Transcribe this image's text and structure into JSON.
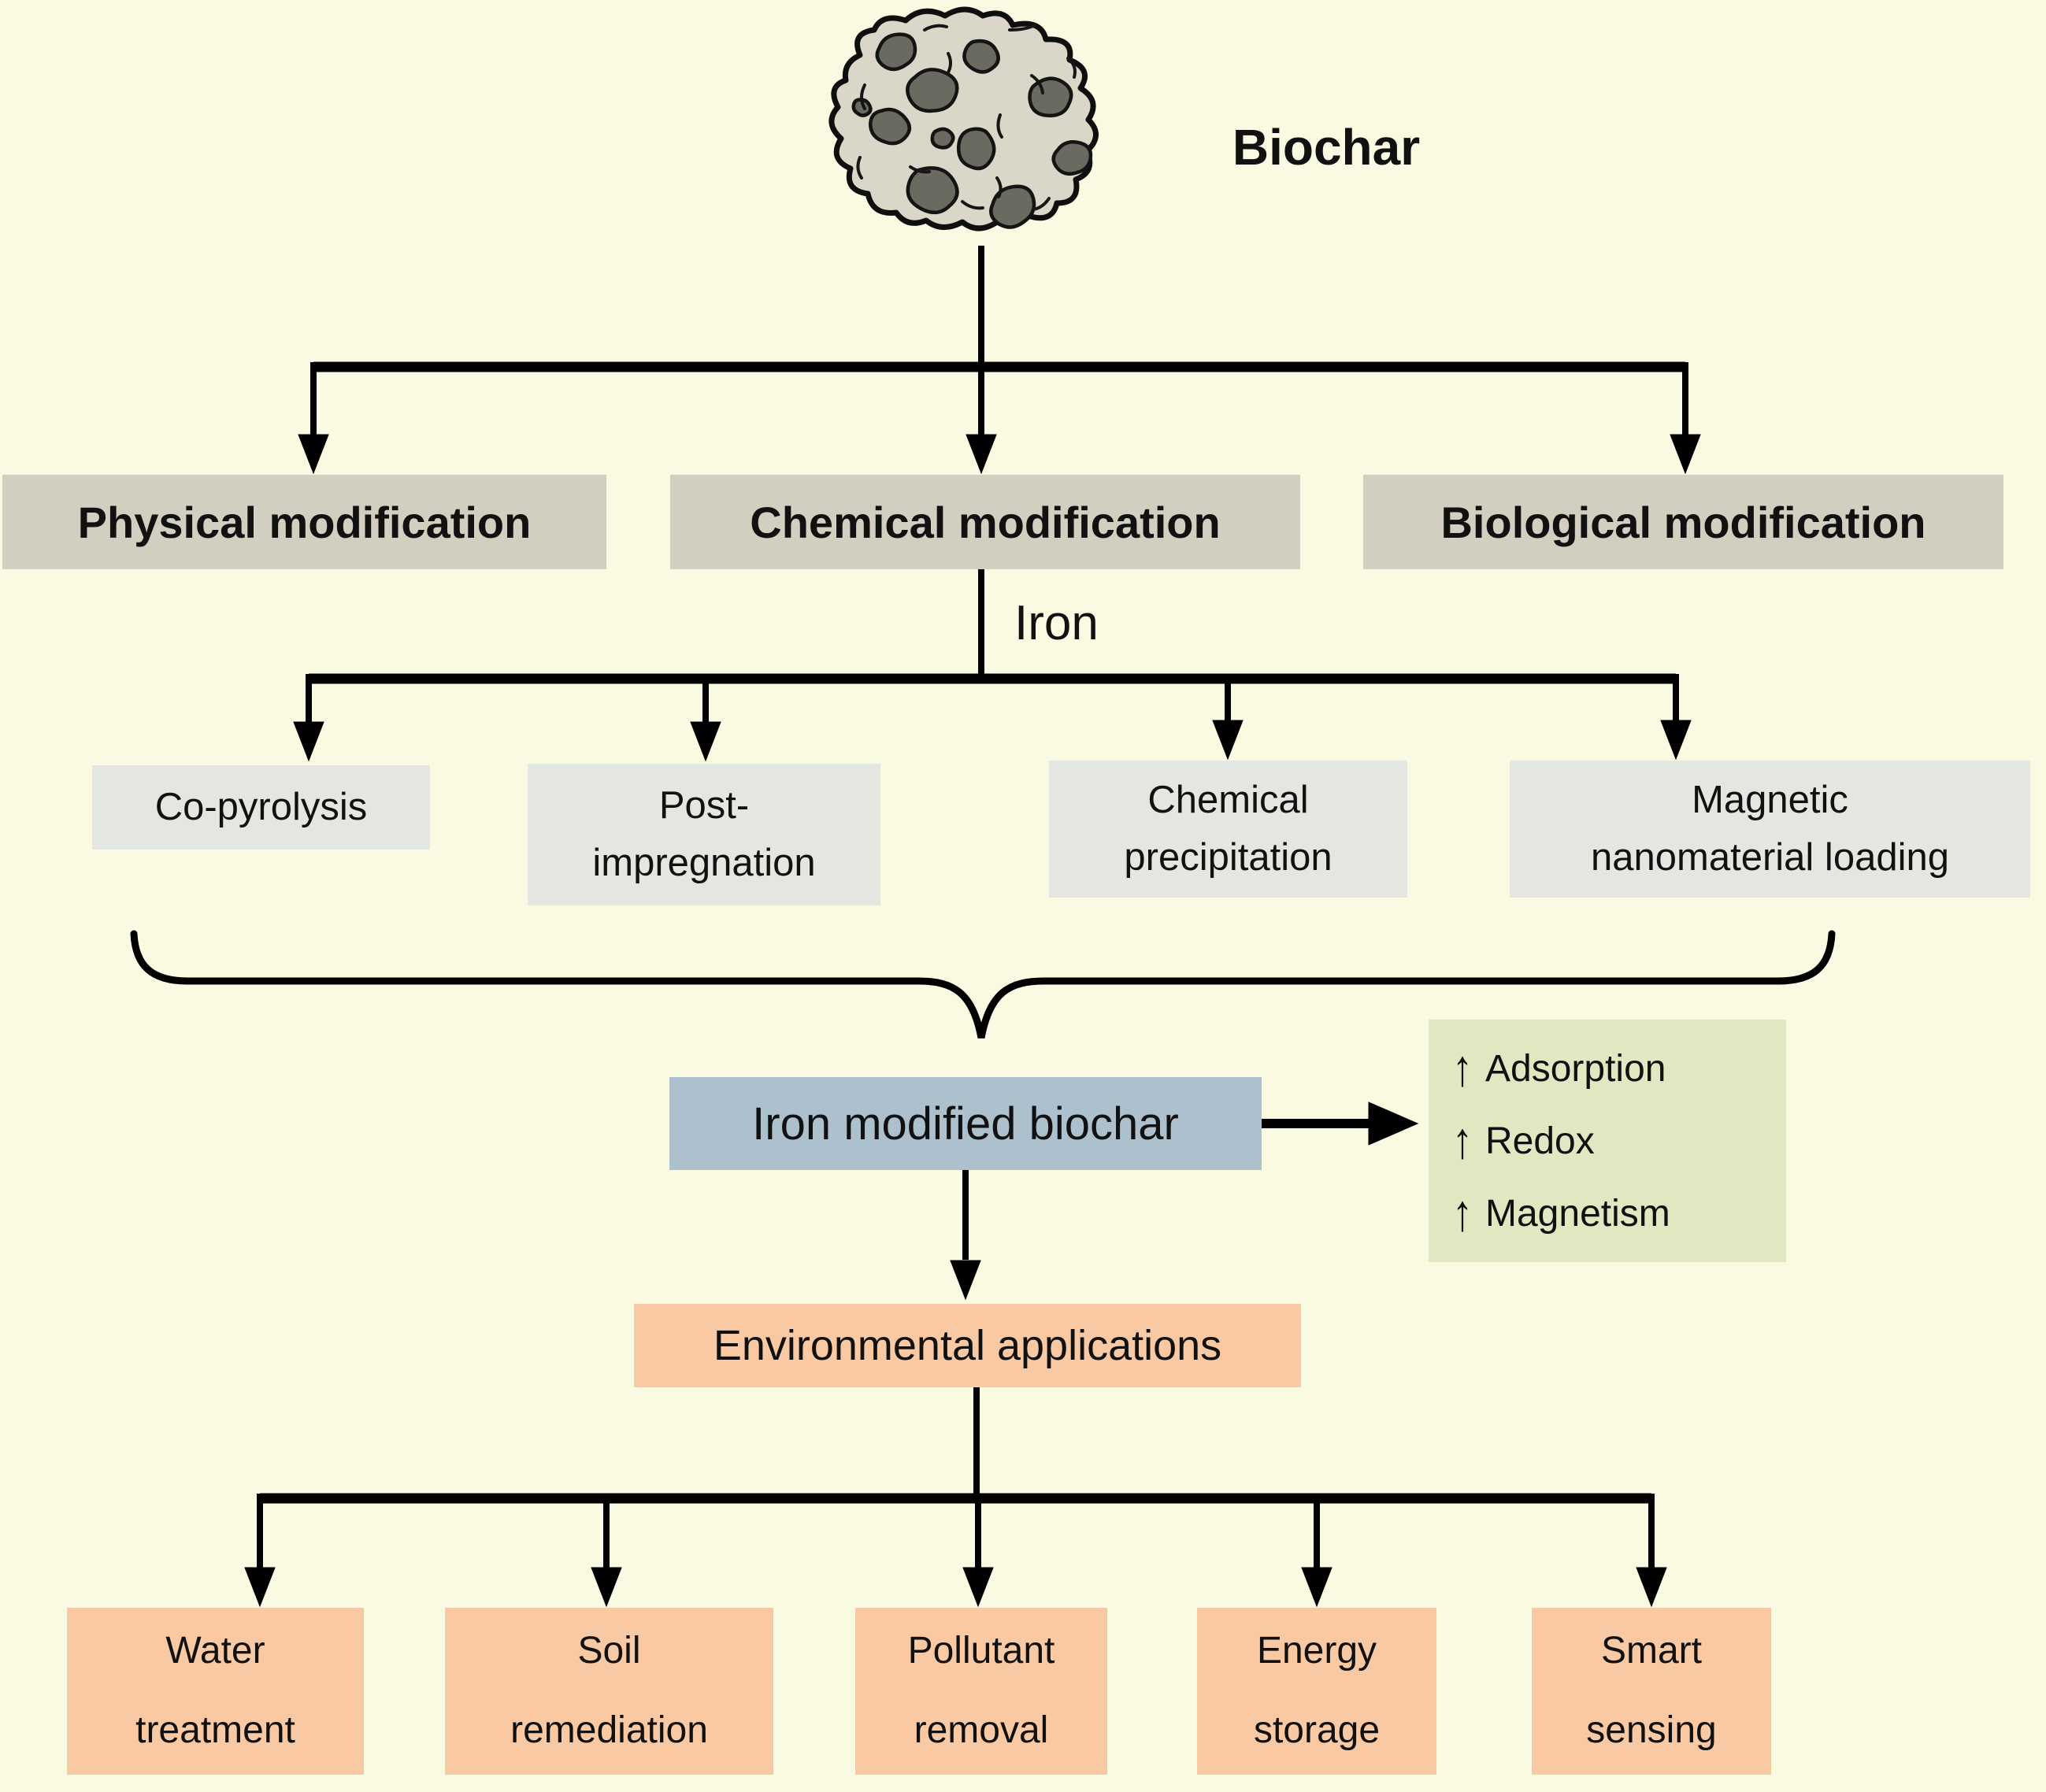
{
  "diagram": {
    "root_label": "Biochar",
    "modifications": [
      {
        "label": "Physical modification"
      },
      {
        "label": "Chemical modification"
      },
      {
        "label": "Biological modification"
      }
    ],
    "branch_label": "Iron",
    "methods": [
      {
        "label": "Co-pyrolysis"
      },
      {
        "label": "Post-\nimpregnation"
      },
      {
        "label": "Chemical\nprecipitation"
      },
      {
        "label": "Magnetic\nnanomaterial loading"
      }
    ],
    "product": {
      "label": "Iron modified biochar"
    },
    "enhancements": {
      "arrow_icon": "↑",
      "items": [
        "Adsorption",
        "Redox",
        "Magnetism"
      ]
    },
    "applications_header": {
      "label": "Environmental applications"
    },
    "applications": [
      {
        "label": "Water\ntreatment"
      },
      {
        "label": "Soil\nremediation"
      },
      {
        "label": "Pollutant\nremoval"
      },
      {
        "label": "Energy\nstorage"
      },
      {
        "label": "Smart\nsensing"
      }
    ],
    "colors": {
      "background": "#fafae2",
      "modification_box": "#d3cfc0",
      "method_box": "#e4e6e1",
      "product_box": "#adc0ce",
      "enhancement_box": "#e0e7c1",
      "application_box": "#f8c9a2",
      "line": "#000000"
    }
  }
}
